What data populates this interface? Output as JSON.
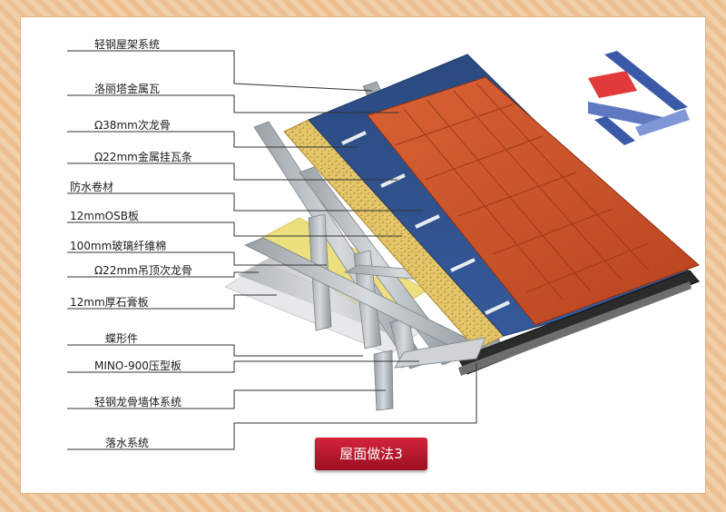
{
  "callouts": [
    "轻钢屋架系统",
    "洛丽塔金属瓦",
    "Ω38mm次龙骨",
    "Ω22mm金属挂瓦条",
    "防水卷材",
    "12mmOSB板",
    "100mm玻璃纤维棉",
    "Ω22mm吊顶次龙骨",
    "12mm厚石膏板",
    "蝶形件",
    "MINO-900压型板",
    "轻钢龙骨墙体系统",
    "落水系统"
  ],
  "caption": "屋面做法3",
  "colors": {
    "tile": "#d0542b",
    "membrane": "#2e4f86",
    "osb": "#e2c46a",
    "insulation": "#e9dc7a",
    "steel": "#b9bec2",
    "badge": "#c0182e",
    "logo_red": "#e23a3a",
    "logo_blue": "#3a5aa8"
  }
}
